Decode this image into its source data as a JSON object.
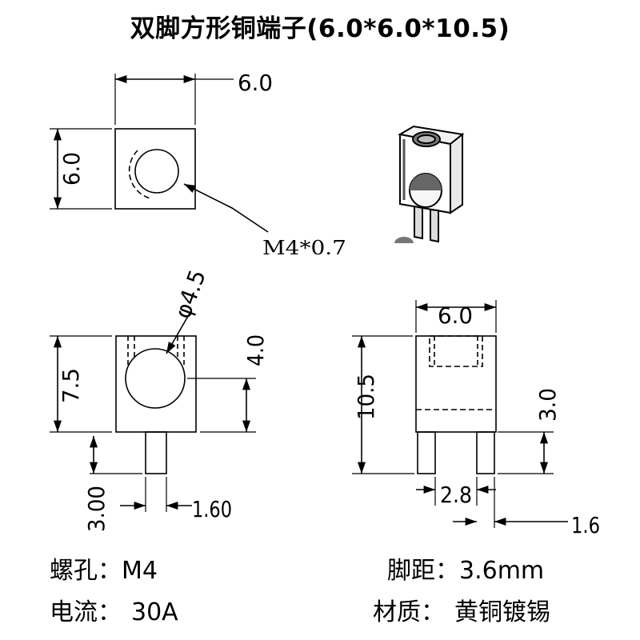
{
  "title": "双脚方形铜端子(6.0*6.0*10.5)",
  "dimensions": {
    "top_width": "6.0",
    "top_height": "6.0",
    "thread": "M4*0.7",
    "hole_diameter": "φ4.5",
    "hole_center": "4.0",
    "front_body_height": "7.5",
    "front_pin_length": "3.00",
    "front_pin_width": "1.60",
    "side_width": "6.0",
    "side_total_height": "10.5",
    "side_pin_length": "3.0",
    "pin_spacing": "2.8",
    "pin_thickness": "1.6"
  },
  "specs": {
    "screw_hole_label": "螺孔：",
    "screw_hole_value": "M4",
    "pin_pitch_label": "脚距：",
    "pin_pitch_value": "3.6mm",
    "current_label": "电流：",
    "current_value": "30A",
    "material_label": "材质：",
    "material_value": "黄铜镀锡"
  }
}
